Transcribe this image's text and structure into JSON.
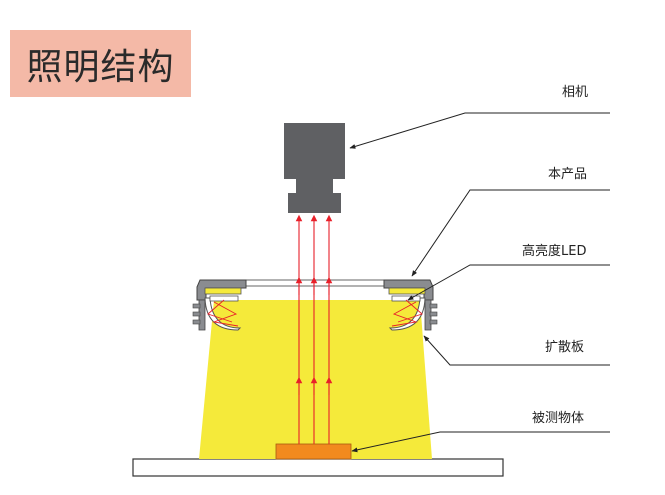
{
  "title": "照明结构",
  "labels": {
    "camera": "相机",
    "product": "本产品",
    "led": "高亮度LED",
    "diffuser": "扩散板",
    "object": "被测物体"
  },
  "colors": {
    "title_bg": "#f4b9a7",
    "light_cone": "#f5ea3a",
    "camera_body": "#5f6063",
    "object": "#f28a1e",
    "rays": "#e8202a",
    "housing": "#8a8c90"
  },
  "icons": {
    "camera": "camera-icon"
  }
}
